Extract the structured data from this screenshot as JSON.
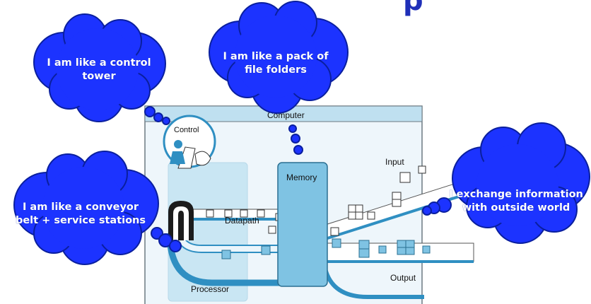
{
  "header_fragment": "p",
  "figure": {
    "computer_label": "Computer",
    "control_label": "Control",
    "memory_label": "Memory",
    "datapath_label": "Datapath",
    "processor_label": "Processor",
    "input_label": "Input",
    "output_label": "Output"
  },
  "bubbles": {
    "control": {
      "line1": "I am like a control",
      "line2": "tower"
    },
    "memory": {
      "line1": "I am like a pack of",
      "line2": "file folders"
    },
    "io": {
      "line1": "I exchange information",
      "line2": "with outside world"
    },
    "datapath": {
      "line1": "I am like a conveyor",
      "line2": "belt + service stations"
    }
  },
  "colors": {
    "bubble_fill": "#1c33ff",
    "bubble_outline": "#0a1f9e",
    "bubble_text": "#ffffff",
    "title": "#1f2fb8",
    "figure_background": "#eef6fb",
    "processor_panel": "#c9e6f3",
    "memory_block": "#7fc3e3",
    "belt": "#2f8fc2"
  }
}
